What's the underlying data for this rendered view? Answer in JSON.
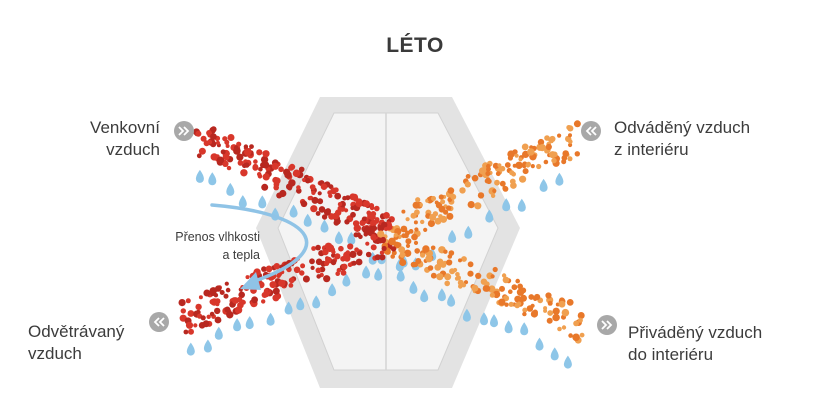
{
  "title": "LÉTO",
  "labels": {
    "outdoor_air": [
      "Venkovní",
      "vzduch"
    ],
    "exhaust_from_interior": [
      "Odváděný vzduch",
      "z interiéru"
    ],
    "vented_air": [
      "Odvětrávaný",
      "vzduch"
    ],
    "supply_to_interior": [
      "Přiváděný vzduch",
      "do interiéru"
    ],
    "transfer": [
      "Přenos vlhkosti",
      "a tepla"
    ]
  },
  "icons": {
    "arrow_badge": "double-chevron-icon",
    "droplet": "water-droplet-icon",
    "particle": "air-particle-icon"
  },
  "colors": {
    "hot_air": "#d8372b",
    "warm_air": "#e8782a",
    "droplet": "#8ec6e8",
    "exchanger": "#e3e3e3",
    "transfer_arrow": "#8fc3e6",
    "badge": "#a8a8a8"
  }
}
